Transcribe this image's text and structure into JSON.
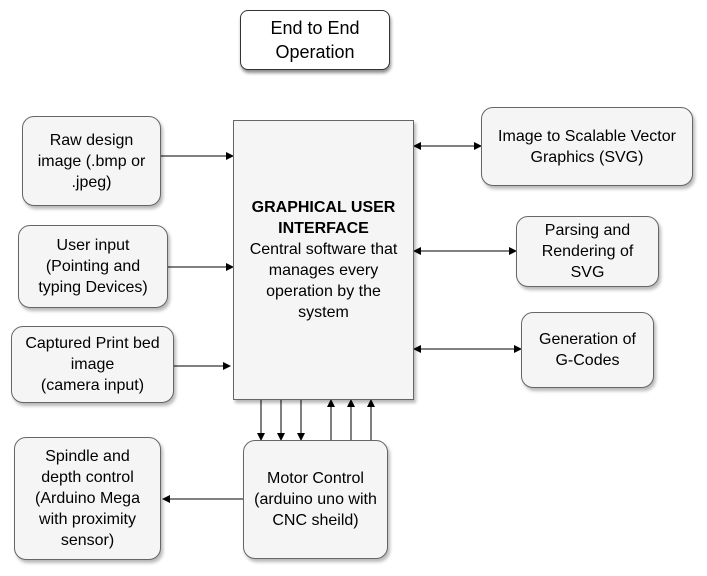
{
  "title": {
    "text": "End to End\nOperation"
  },
  "inputs": {
    "raw_design": "Raw design\nimage (.bmp or\n.jpeg)",
    "user_input": "User input\n(Pointing and\ntyping Devices)",
    "captured_image": "Captured Print bed\nimage\n(camera input)"
  },
  "gui": {
    "title": "GRAPHICAL USER\nINTERFACE",
    "description": "Central software that\nmanages every\noperation by the\nsystem"
  },
  "outputs": {
    "svg_conversion": "Image to Scalable Vector\nGraphics (SVG)",
    "parsing_rendering": "Parsing and\nRendering of\nSVG",
    "gcode_generation": "Generation of\nG-Codes"
  },
  "motor_control": {
    "text": "Motor Control\n(arduino uno with\nCNC sheild)"
  },
  "spindle_control": {
    "text": "Spindle and\ndepth control\n(Arduino Mega\nwith proximity\nsensor)"
  }
}
